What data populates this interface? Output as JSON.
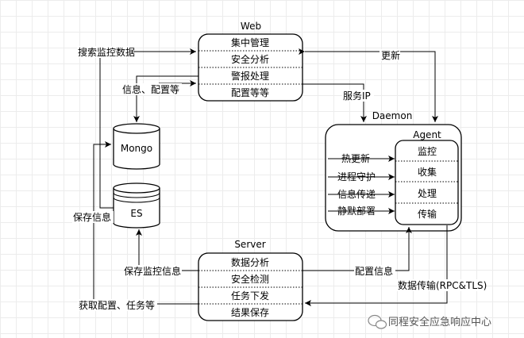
{
  "web": {
    "title": "Web",
    "items": [
      "集中管理",
      "安全分析",
      "警报处理",
      "配置等等"
    ]
  },
  "server": {
    "title": "Server",
    "items": [
      "数据分析",
      "安全检测",
      "任务下发",
      "结果保存"
    ]
  },
  "daemon": {
    "title": "Daemon",
    "functions": [
      "热更新",
      "进程守护",
      "信息传递",
      "静默部署"
    ]
  },
  "agent": {
    "title": "Agent",
    "items": [
      "监控",
      "收集",
      "处理",
      "传输"
    ]
  },
  "databases": {
    "mongo": "Mongo",
    "es": "ES"
  },
  "labels": {
    "search_data": "搜索监控数据",
    "info_config": "信息、配置等",
    "update": "更新",
    "service_ip": "服务IP",
    "save_info": "保存信息",
    "save_monitor_info": "保存监控信息",
    "config_info": "配置信息",
    "get_config_tasks": "获取配置、任务等",
    "data_transfer": "数据传输(RPC&TLS)"
  },
  "watermark": "同程安全应急响应中心"
}
